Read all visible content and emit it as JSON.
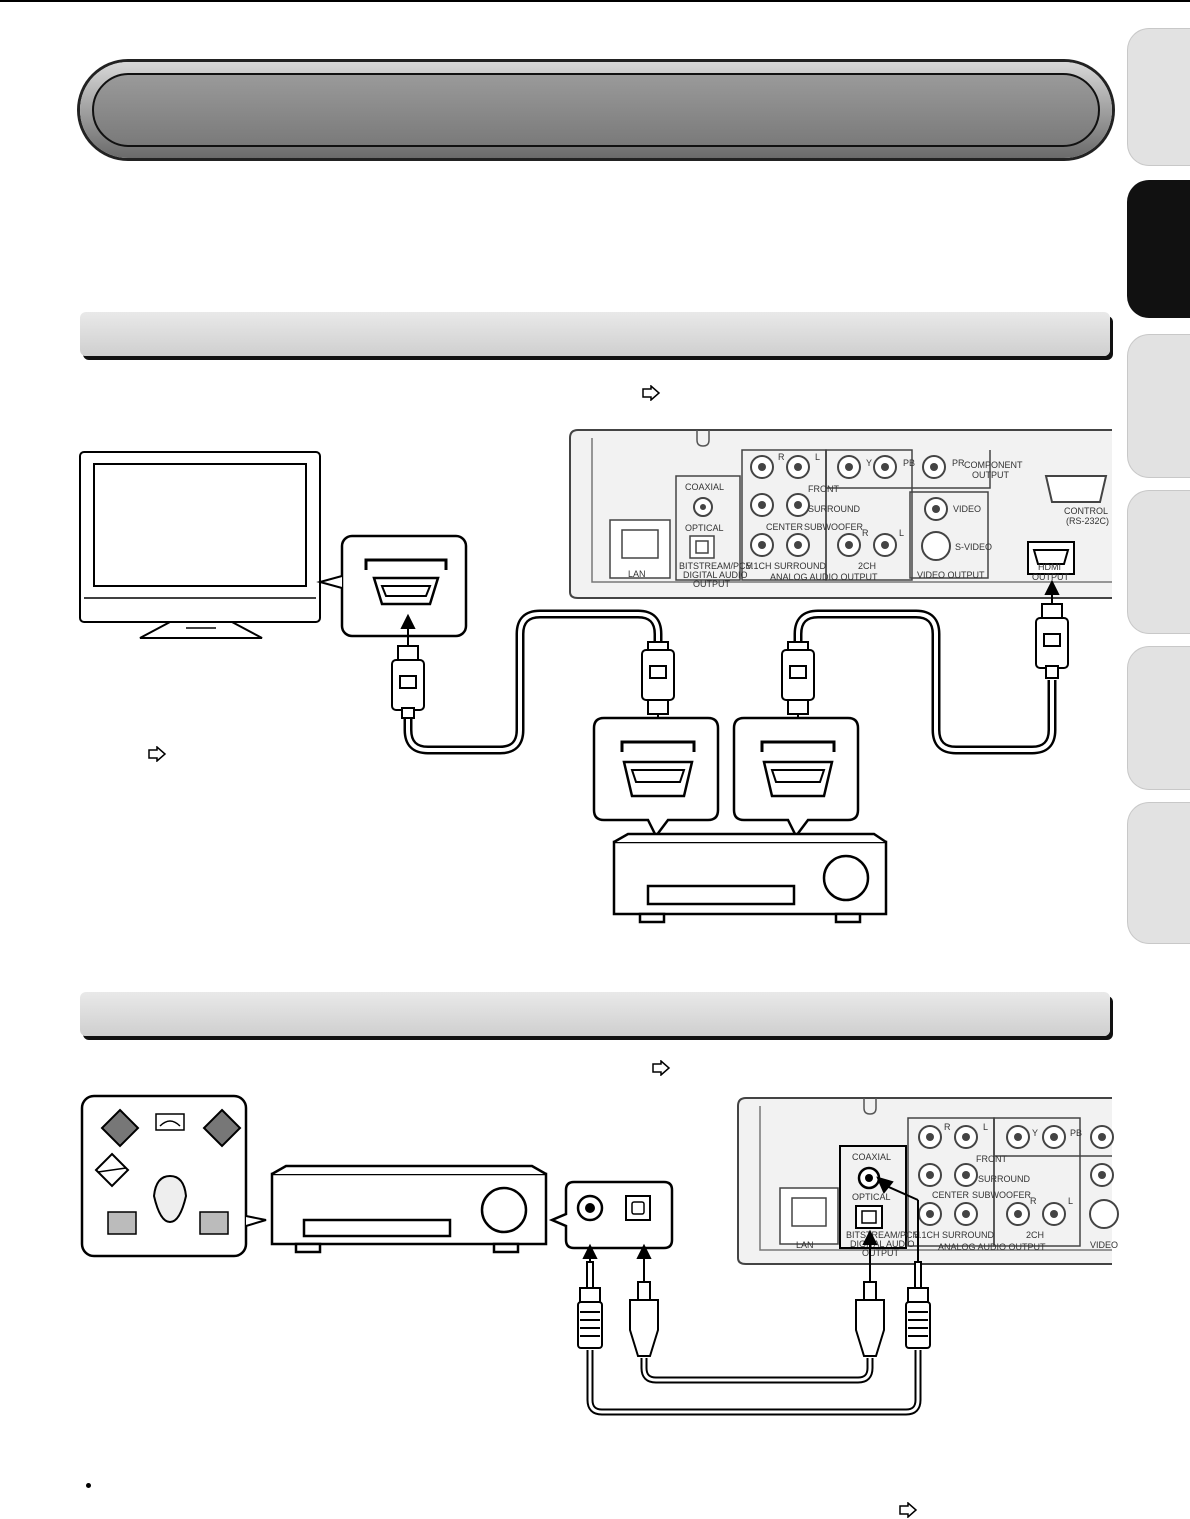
{
  "page": {
    "title_banner_text": "",
    "section_1_heading": "",
    "section_2_heading": ""
  },
  "player_panel": {
    "lan": "LAN",
    "coaxial": "COAXIAL",
    "optical": "OPTICAL",
    "bitstream_line1": "BITSTREAM/PCM",
    "bitstream_line2": "DIGITAL AUDIO",
    "bitstream_line3": "OUTPUT",
    "r": "R",
    "l": "L",
    "front": "FRONT",
    "surround": "SURROUND",
    "center": "CENTER",
    "subwoofer": "SUBWOOFER",
    "surround_51": "5.1CH SURROUND",
    "ch2": "2CH",
    "analog_audio_output": "ANALOG AUDIO OUTPUT",
    "y": "Y",
    "pb": "PB",
    "pr": "PR",
    "component_line1": "COMPONENT",
    "component_line2": "OUTPUT",
    "video": "VIDEO",
    "s_video": "S-VIDEO",
    "video_output": "VIDEO OUTPUT",
    "control": "CONTROL",
    "rs232c": "(RS-232C)",
    "hdmi_line1": "HDMI",
    "hdmi_line2": "OUTPUT"
  },
  "colors": {
    "active_tab": "#111111",
    "inactive_tab": "#e2e2e2",
    "banner_fill": "#8a8a8a",
    "section_bar_fill": "#dcdcdc"
  }
}
